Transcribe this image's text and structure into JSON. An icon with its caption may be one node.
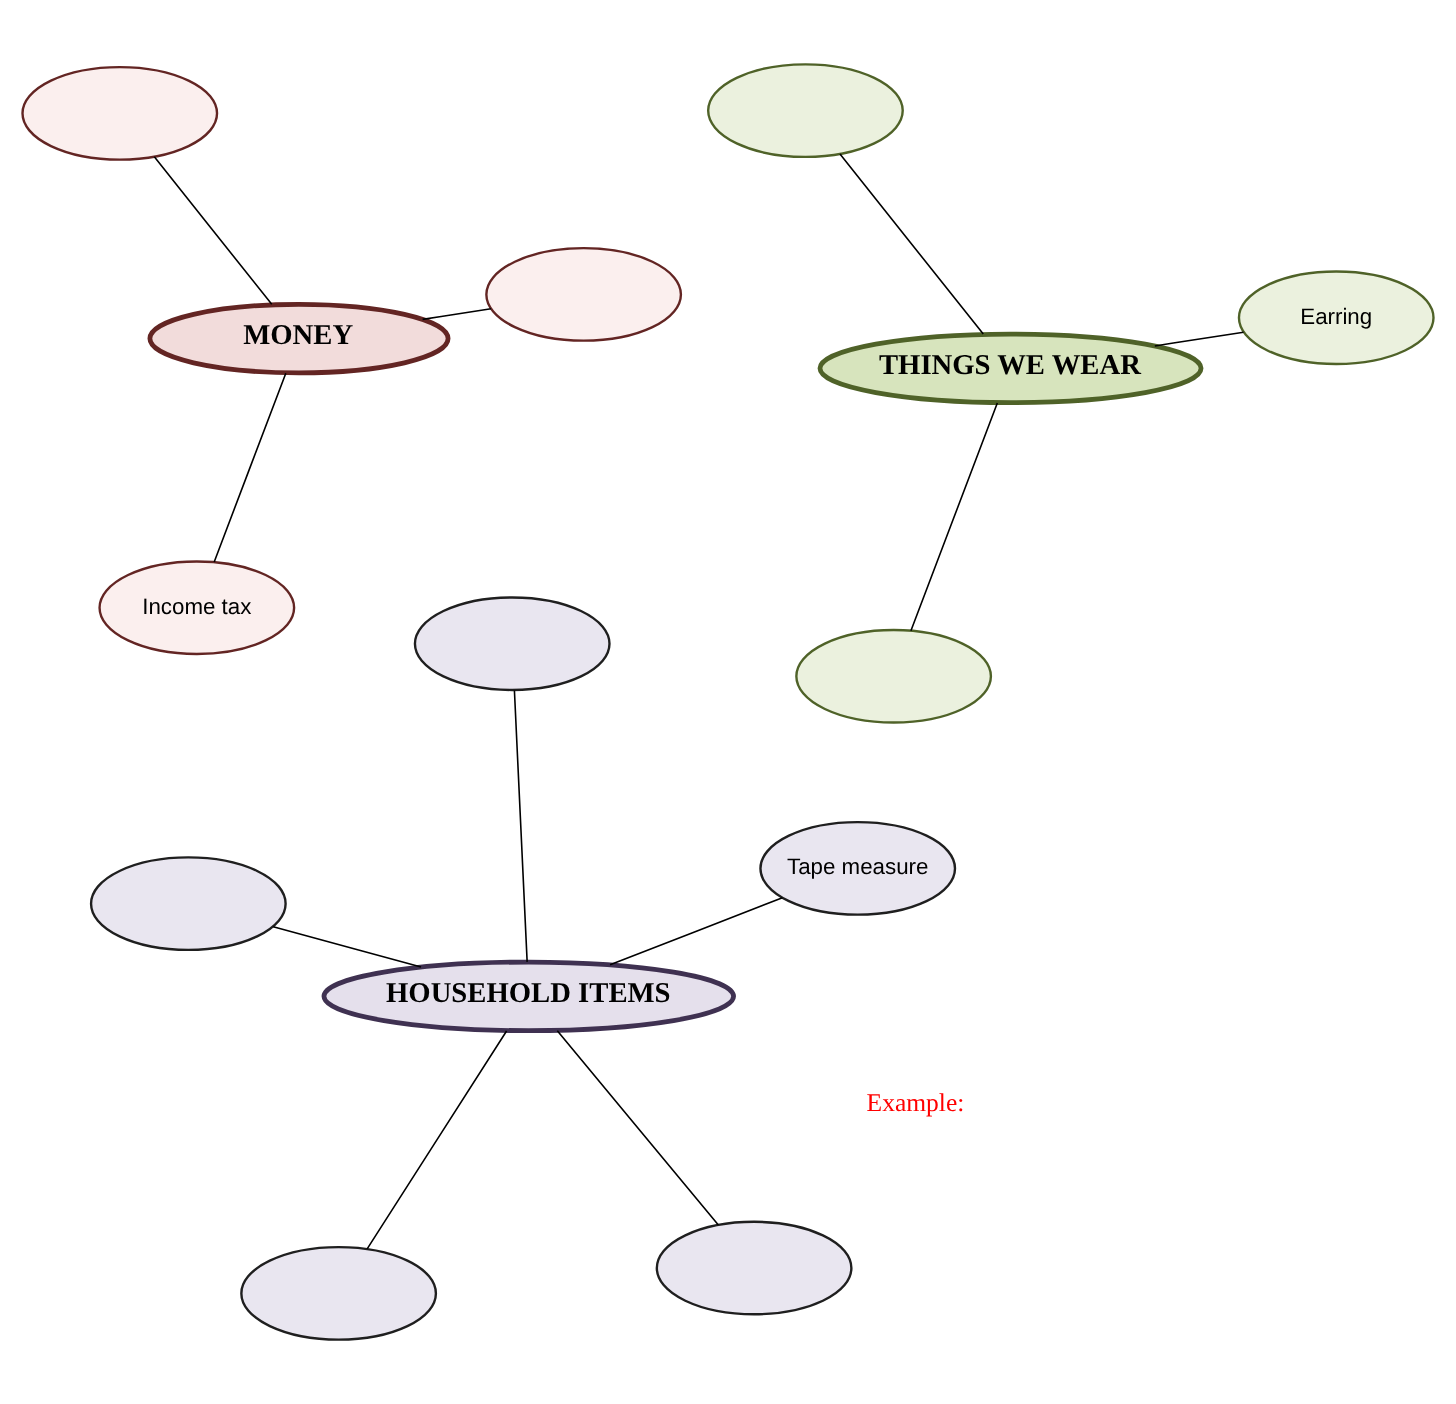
{
  "diagram": {
    "nodes": [
      {
        "text": [
          "MONEY"
        ]
      },
      {
        "text": [],
        "shape": "ellipse"
      },
      {
        "text": [
          "Income tax"
        ]
      },
      {
        "text": [],
        "shape": "ellipse"
      },
      {
        "text": [
          "THINGS WE WEAR"
        ]
      },
      {
        "text": [
          "Earring"
        ]
      },
      {
        "text": [],
        "shape": "ellipse"
      },
      {
        "text": [],
        "shape": "ellipse"
      },
      {
        "text": [
          "HOUSEHOLD ITEMS"
        ]
      },
      {
        "text": [],
        "shape": "ellipse"
      },
      {
        "text": [],
        "shape": "ellipse"
      },
      {
        "text": [],
        "shape": "ellipse"
      },
      {
        "text": [
          "Tape measure"
        ]
      },
      {
        "text": [],
        "shape": "ellipse"
      }
    ],
    "edges": [
      {
        "from": 0,
        "to": 1,
        "arrow": "none"
      },
      {
        "from": 0,
        "to": 2,
        "arrow": "none"
      },
      {
        "from": 0,
        "to": 3,
        "arrow": "none"
      },
      {
        "from": 4,
        "to": 5,
        "arrow": "none"
      },
      {
        "from": 4,
        "to": 6,
        "arrow": "none"
      },
      {
        "from": 4,
        "to": 7,
        "arrow": "none"
      },
      {
        "from": 8,
        "to": 9,
        "arrow": "none"
      },
      {
        "from": 8,
        "to": 10,
        "arrow": "none"
      },
      {
        "from": 8,
        "to": 11,
        "arrow": "none"
      },
      {
        "from": 8,
        "to": 12,
        "arrow": "none"
      },
      {
        "from": 8,
        "to": 13,
        "arrow": "none"
      }
    ],
    "labels": [
      "Example:"
    ]
  }
}
